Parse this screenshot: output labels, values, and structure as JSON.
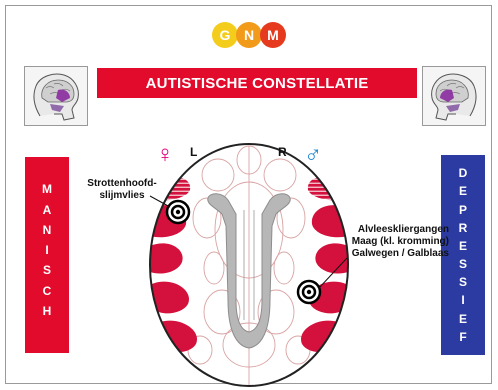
{
  "logo": {
    "letters": [
      "G",
      "N",
      "M"
    ]
  },
  "header": {
    "title": "AUTISTISCHE CONSTELLATIE"
  },
  "left_panel": {
    "letters": [
      "M",
      "A",
      "N",
      "I",
      "S",
      "C",
      "H"
    ]
  },
  "right_panel": {
    "letters": [
      "D",
      "E",
      "P",
      "R",
      "E",
      "S",
      "S",
      "I",
      "E",
      "F"
    ]
  },
  "diagram": {
    "side_left": "L",
    "side_right": "R",
    "female_symbol": "♀",
    "male_symbol": "♂",
    "label_left": [
      "Strottenhoofd-",
      "slijmvlies"
    ],
    "label_right": [
      "Alvleeskliergangen",
      "Maag (kl. kromming)",
      "Galwegen / Galblaas"
    ]
  },
  "colors": {
    "red": "#e30b2c",
    "blue": "#2b3ba1",
    "relay_red": "#d4103c"
  }
}
